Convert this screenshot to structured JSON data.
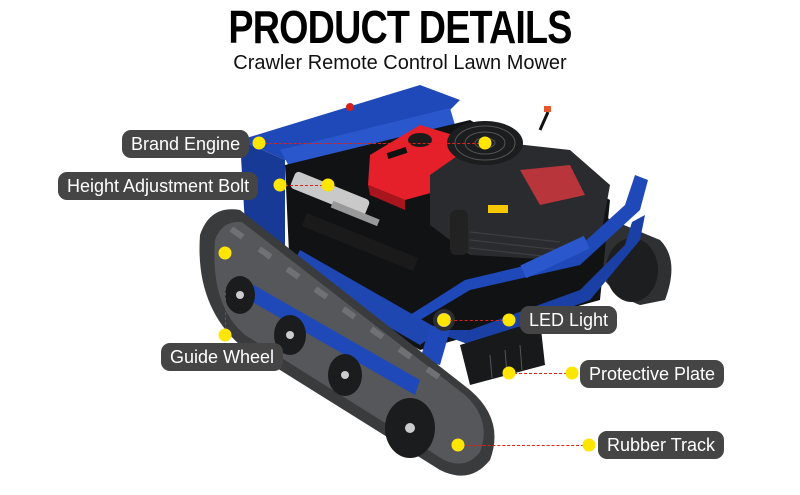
{
  "header": {
    "title": "PRODUCT DETAILS",
    "subtitle": "Crawler Remote Control Lawn Mower"
  },
  "product": {
    "name": "Crawler Remote Control Lawn Mower",
    "image_icon": "lawn-mower-icon",
    "colors": {
      "body": "#1f49b8",
      "engine_cover": "#e5202a",
      "engine": "#2a2b2e",
      "track": "#3a3b3d"
    }
  },
  "callouts": [
    {
      "id": "brand-engine",
      "label": "Brand Engine"
    },
    {
      "id": "height-adjustment-bolt",
      "label": "Height Adjustment Bolt"
    },
    {
      "id": "guide-wheel",
      "label": "Guide Wheel"
    },
    {
      "id": "led-light",
      "label": "LED Light"
    },
    {
      "id": "protective-plate",
      "label": "Protective Plate"
    },
    {
      "id": "rubber-track",
      "label": "Rubber Track"
    }
  ],
  "style": {
    "label_bg": "#454545",
    "label_text": "#ffffff",
    "dot_color": "#ffe600",
    "leader_color": "#e0201a"
  }
}
